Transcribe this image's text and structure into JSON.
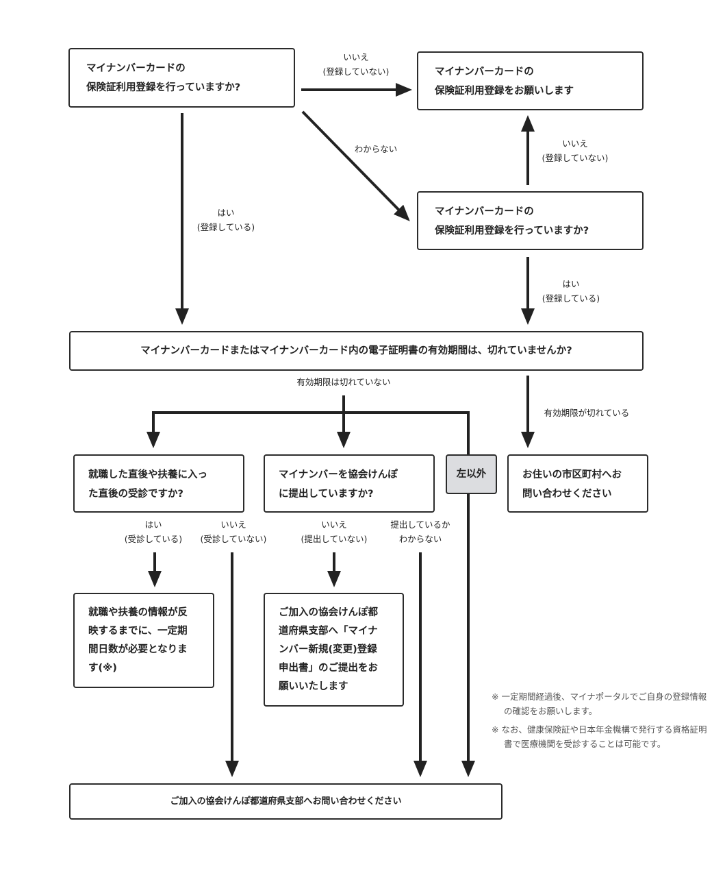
{
  "nodes": {
    "q_registered": [
      "マイナンバーカードの",
      "保険証利用登録を行っていますか?"
    ],
    "please_register": [
      "マイナンバーカードの",
      "保険証利用登録をお願いします"
    ],
    "q_registered_again": [
      "マイナンバーカードの",
      "保険証利用登録を行っていますか?"
    ],
    "q_expired": "マイナンバーカードまたはマイナンバーカード内の電子証明書の有効期間は、切れていませんか?",
    "q_just_employed": [
      "就職した直後や扶養に入っ",
      "た直後の受診ですか?"
    ],
    "q_submitted": [
      "マイナンバーを協会けんぽ",
      "に提出していますか?"
    ],
    "other": "左以外",
    "contact_municipality": [
      "お住いの市区町村へお",
      "問い合わせください"
    ],
    "wait_info": [
      "就職や扶養の情報が反",
      "映するまでに、一定期",
      "間日数が必要となりま",
      "す(※)"
    ],
    "submit_form": [
      "ご加入の協会けんぽ都",
      "道府県支部へ「マイナ",
      "ンバー新規(変更)登録",
      "申出書」のご提出をお",
      "願いいたします"
    ],
    "contact_branch": "ご加入の協会けんぽ都道府県支部へお問い合わせください"
  },
  "labels": {
    "no_not_registered": [
      "いいえ",
      "(登録していない)"
    ],
    "dont_know": "わからない",
    "no_not_registered_2": [
      "いいえ",
      "(登録していない)"
    ],
    "yes_registered": [
      "はい",
      "(登録している)"
    ],
    "yes_registered_2": [
      "はい",
      "(登録している)"
    ],
    "not_expired": "有効期限は切れていない",
    "expired": "有効期限が切れている",
    "yes_visit": [
      "はい",
      "(受診している)"
    ],
    "no_visit": [
      "いいえ",
      "(受診していない)"
    ],
    "no_submitted": [
      "いいえ",
      "(提出していない)"
    ],
    "unknown_submitted": [
      "提出しているか",
      "わからない"
    ]
  },
  "notes": [
    "※ 一定期間経過後、マイナポータルでご自身の登録情報の確認をお願いします。",
    "※ なお、健康保険証や日本年金機構で発行する資格証明書で医療機関を受診することは可能です。"
  ]
}
